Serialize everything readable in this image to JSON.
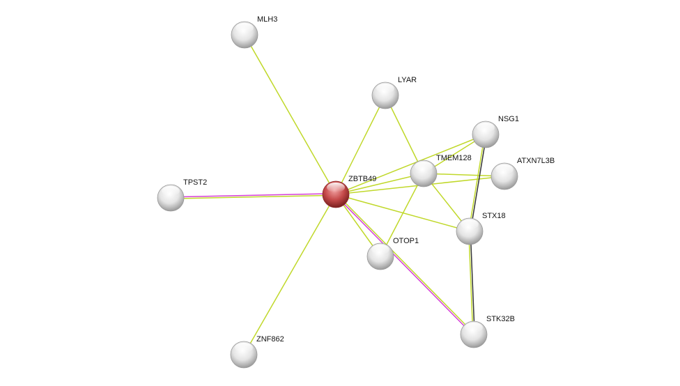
{
  "colors": {
    "textmining": "#c0d82a",
    "experiments": "#d53fd6",
    "coexpression": "#333333",
    "query_node": "#c23b3b",
    "node": "#e6e6e6"
  },
  "nodes": [
    {
      "id": "MLH3",
      "label": "MLH3",
      "query": false
    },
    {
      "id": "LYAR",
      "label": "LYAR",
      "query": false
    },
    {
      "id": "NSG1",
      "label": "NSG1",
      "query": false
    },
    {
      "id": "TMEM128",
      "label": "TMEM128",
      "query": false
    },
    {
      "id": "ATXN7L3B",
      "label": "ATXN7L3B",
      "query": false
    },
    {
      "id": "ZBTB49",
      "label": "ZBTB49",
      "query": true
    },
    {
      "id": "TPST2",
      "label": "TPST2",
      "query": false
    },
    {
      "id": "STX18",
      "label": "STX18",
      "query": false
    },
    {
      "id": "OTOP1",
      "label": "OTOP1",
      "query": false
    },
    {
      "id": "STK32B",
      "label": "STK32B",
      "query": false
    },
    {
      "id": "ZNF862",
      "label": "ZNF862",
      "query": false
    }
  ],
  "edges": [
    {
      "a": "ZBTB49",
      "b": "MLH3",
      "types": [
        "textmining"
      ]
    },
    {
      "a": "ZBTB49",
      "b": "LYAR",
      "types": [
        "textmining"
      ]
    },
    {
      "a": "ZBTB49",
      "b": "NSG1",
      "types": [
        "textmining"
      ]
    },
    {
      "a": "ZBTB49",
      "b": "TMEM128",
      "types": [
        "textmining"
      ]
    },
    {
      "a": "ZBTB49",
      "b": "ATXN7L3B",
      "types": [
        "textmining"
      ]
    },
    {
      "a": "ZBTB49",
      "b": "STX18",
      "types": [
        "textmining"
      ]
    },
    {
      "a": "ZBTB49",
      "b": "OTOP1",
      "types": [
        "textmining"
      ]
    },
    {
      "a": "ZBTB49",
      "b": "ZNF862",
      "types": [
        "textmining"
      ]
    },
    {
      "a": "ZBTB49",
      "b": "TPST2",
      "types": [
        "textmining",
        "experiments"
      ]
    },
    {
      "a": "ZBTB49",
      "b": "STK32B",
      "types": [
        "textmining",
        "experiments"
      ]
    },
    {
      "a": "LYAR",
      "b": "TMEM128",
      "types": [
        "textmining"
      ]
    },
    {
      "a": "TMEM128",
      "b": "NSG1",
      "types": [
        "textmining"
      ]
    },
    {
      "a": "TMEM128",
      "b": "ATXN7L3B",
      "types": [
        "textmining"
      ]
    },
    {
      "a": "TMEM128",
      "b": "STX18",
      "types": [
        "textmining"
      ]
    },
    {
      "a": "TMEM128",
      "b": "OTOP1",
      "types": [
        "textmining"
      ]
    },
    {
      "a": "NSG1",
      "b": "STX18",
      "types": [
        "coexpression",
        "textmining"
      ]
    },
    {
      "a": "STX18",
      "b": "STK32B",
      "types": [
        "coexpression",
        "textmining"
      ]
    }
  ]
}
